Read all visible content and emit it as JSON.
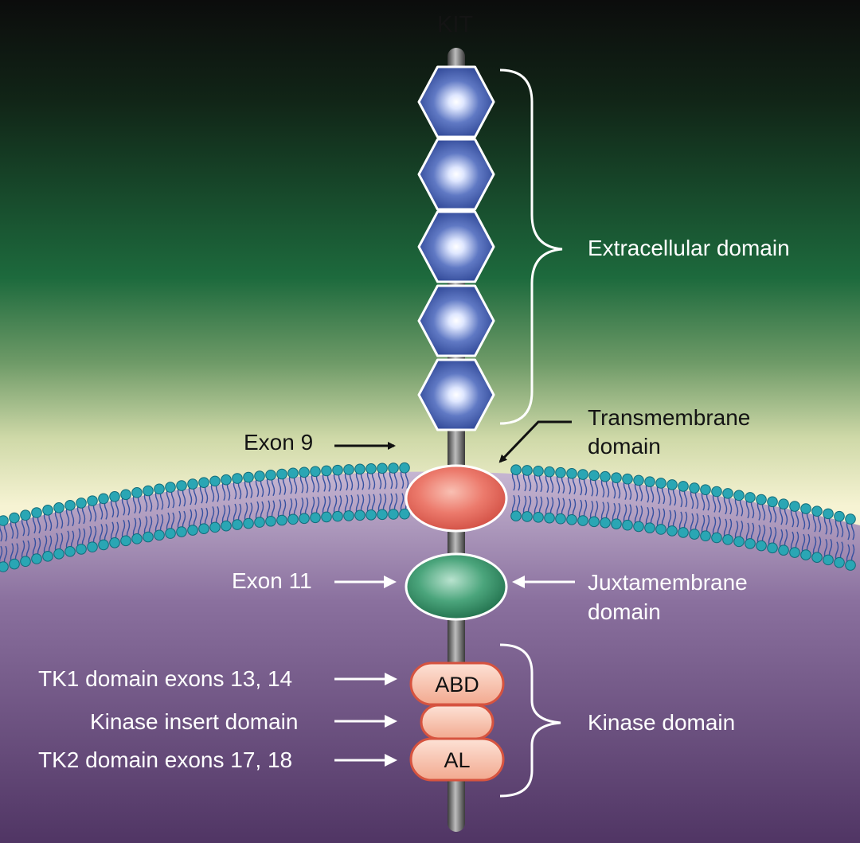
{
  "title": "KIT",
  "labels": {
    "extracellular": "Extracellular domain",
    "transmembrane_line1": "Transmembrane",
    "transmembrane_line2": "domain",
    "exon9": "Exon 9",
    "exon11": "Exon 11",
    "juxtamembrane_line1": "Juxtamembrane",
    "juxtamembrane_line2": "domain",
    "tk1": "TK1 domain exons 13, 14",
    "kinase_insert": "Kinase insert domain",
    "tk2": "TK2 domain exons 17, 18",
    "kinase_domain": "Kinase domain"
  },
  "boxes": {
    "abd": "ABD",
    "al": "AL"
  },
  "colors": {
    "hexagon": "#3a55a8",
    "transmembrane": "#e0645a",
    "juxtamembrane": "#2f8a60",
    "kinase_box": "#f6b8a2",
    "lipid_head": "#2aa6b4"
  }
}
